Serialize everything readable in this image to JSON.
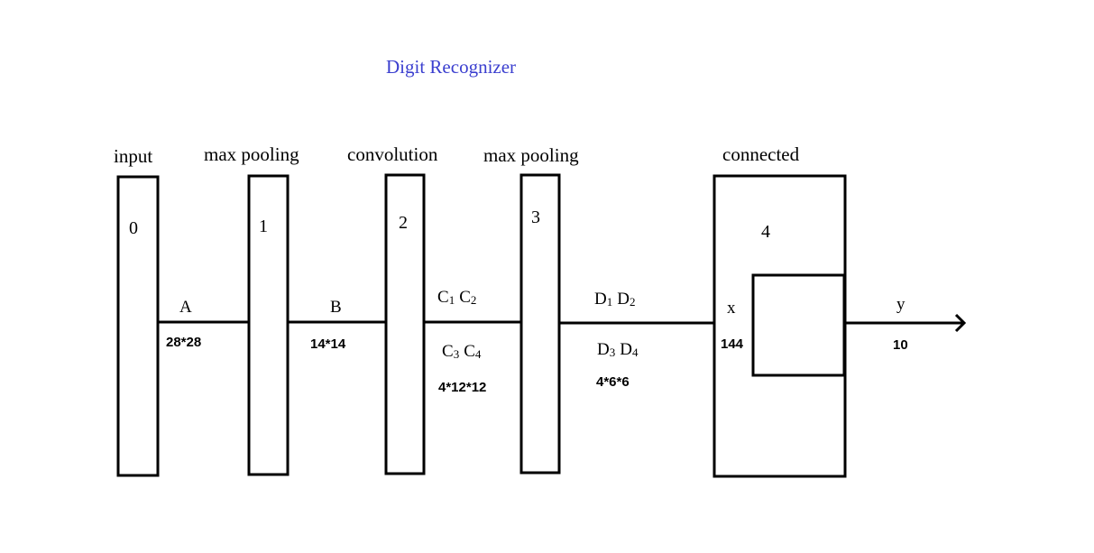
{
  "title": "Digit Recognizer",
  "layers": [
    {
      "heading": "input",
      "number": "0"
    },
    {
      "heading": "max pooling",
      "number": "1"
    },
    {
      "heading": "convolution",
      "number": "2"
    },
    {
      "heading": "max pooling",
      "number": "3"
    },
    {
      "heading": "connected",
      "number": "4"
    }
  ],
  "edges": {
    "a": {
      "label": "A",
      "dim": "28*28"
    },
    "b": {
      "label": "B",
      "dim": "14*14"
    },
    "c": {
      "label_top_1": "C",
      "label_top_1_sub": "1",
      "label_top_2": "C",
      "label_top_2_sub": "2",
      "label_bottom_1": "C",
      "label_bottom_1_sub": "3",
      "label_bottom_2": "C",
      "label_bottom_2_sub": "4",
      "dim": "4*12*12"
    },
    "d": {
      "label_top_1": "D",
      "label_top_1_sub": "1",
      "label_top_2": "D",
      "label_top_2_sub": "2",
      "label_bottom_1": "D",
      "label_bottom_1_sub": "3",
      "label_bottom_2": "D",
      "label_bottom_2_sub": "4",
      "dim": "4*6*6"
    },
    "x": {
      "label": "x",
      "dim": "144"
    },
    "y": {
      "label": "y",
      "dim": "10"
    }
  }
}
